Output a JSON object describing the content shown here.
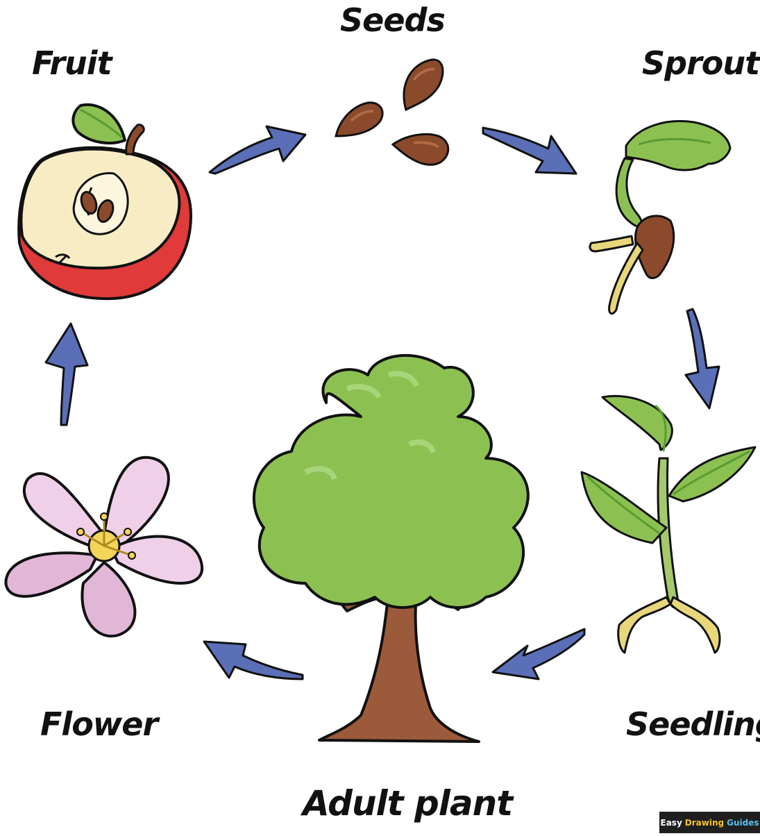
{
  "stages": {
    "seeds": "Seeds",
    "fruit": "Fruit",
    "sprout": "Sprout",
    "flower": "Flower",
    "seedling": "Seedling",
    "adult_plant": "Adult plant"
  },
  "badge": {
    "word1": "Easy",
    "word2": "Drawing",
    "word3": "Guides"
  },
  "colors": {
    "arrow": "#5b6fb8",
    "leaf_green": "#8cc152",
    "apple_red": "#e03a3a",
    "apple_flesh": "#f7ecc4",
    "seed_brown": "#8b4a2b",
    "petal_pink": "#efd0e8",
    "trunk_brown": "#9b5a3a"
  }
}
